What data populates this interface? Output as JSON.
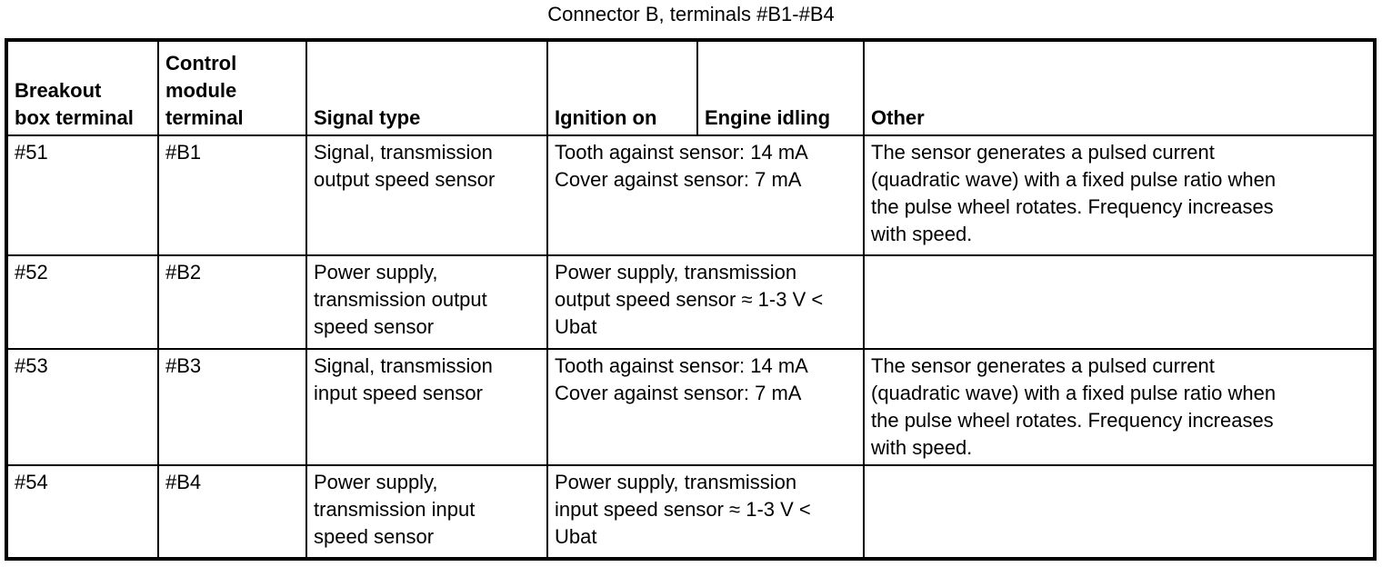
{
  "title": "Connector B, terminals #B1-#B4",
  "colors": {
    "text": "#000000",
    "border": "#000000",
    "background": "#ffffff"
  },
  "table": {
    "headers": {
      "breakout": "Breakout\nbox terminal",
      "control": "Control\nmodule\nterminal",
      "signal": "Signal type",
      "ignition": "Ignition on",
      "idling": "Engine idling",
      "other": "Other"
    },
    "rows": [
      {
        "breakout": "#51",
        "control": "#B1",
        "signal": "Signal, transmission\noutput speed sensor",
        "ignition_idling": "Tooth against sensor: 14 mA\nCover against sensor: 7 mA",
        "other": "The sensor generates a pulsed current\n(quadratic wave) with a fixed pulse ratio when\nthe pulse wheel rotates. Frequency increases\nwith speed."
      },
      {
        "breakout": "#52",
        "control": "#B2",
        "signal": "Power supply,\ntransmission output\nspeed sensor",
        "ignition_idling": "Power supply, transmission\noutput speed sensor ≈ 1-3 V <\nUbat",
        "other": ""
      },
      {
        "breakout": "#53",
        "control": "#B3",
        "signal": "Signal, transmission\ninput speed sensor",
        "ignition_idling": "Tooth against sensor: 14 mA\nCover against sensor: 7 mA",
        "other": "The sensor generates a pulsed current\n(quadratic wave) with a fixed pulse ratio when\nthe pulse wheel rotates. Frequency increases\nwith speed."
      },
      {
        "breakout": "#54",
        "control": "#B4",
        "signal": "Power supply,\ntransmission input\nspeed sensor",
        "ignition_idling": "Power supply, transmission\ninput speed sensor ≈ 1-3 V <\nUbat",
        "other": ""
      }
    ]
  }
}
